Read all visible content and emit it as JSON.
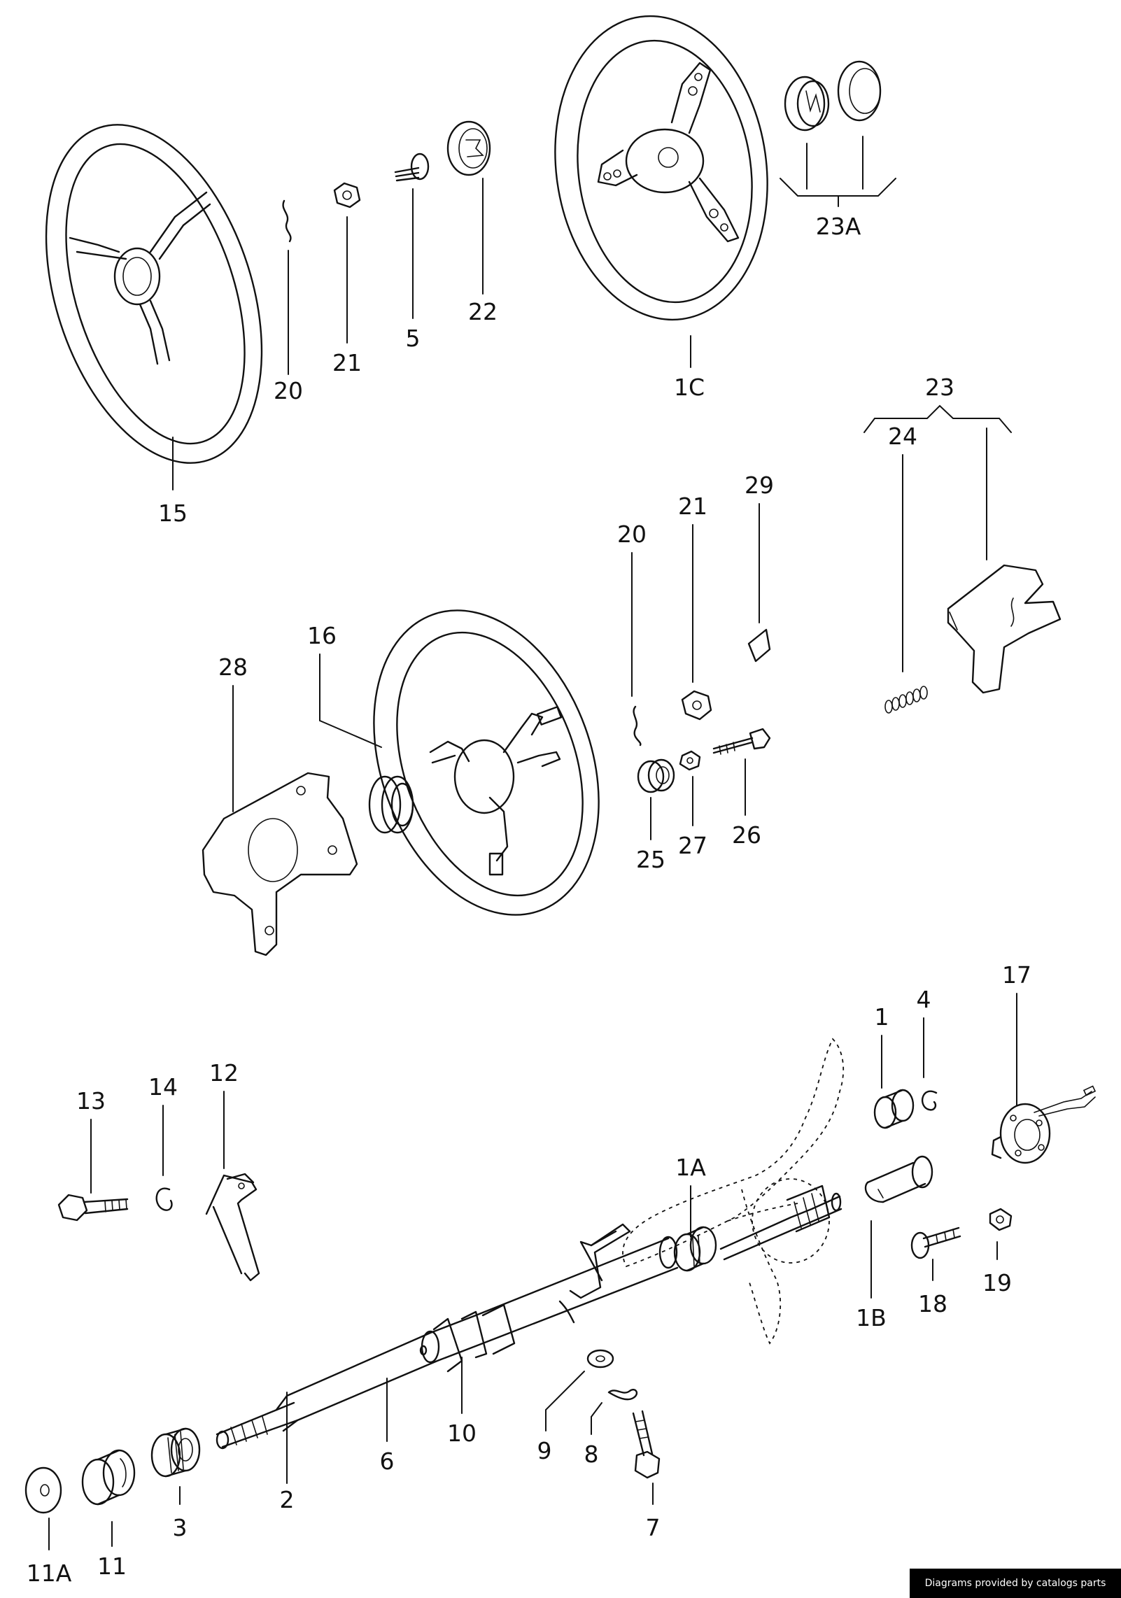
{
  "credit": "Diagrams provided by catalogs parts",
  "callouts": {
    "c15": "15",
    "c20a": "20",
    "c21a": "21",
    "c5": "5",
    "c22": "22",
    "c1c": "1C",
    "c23a": "23A",
    "c23": "23",
    "c24": "24",
    "c20b": "20",
    "c21b": "21",
    "c29": "29",
    "c16": "16",
    "c28": "28",
    "c25": "25",
    "c27": "27",
    "c26": "26",
    "c17": "17",
    "c1": "1",
    "c4": "4",
    "c13": "13",
    "c14": "14",
    "c12": "12",
    "c1a": "1A",
    "c1b": "1B",
    "c18": "18",
    "c19": "19",
    "c9": "9",
    "c8": "8",
    "c10": "10",
    "c6": "6",
    "c2": "2",
    "c7": "7",
    "c3": "3",
    "c11": "11",
    "c11a": "11A"
  }
}
